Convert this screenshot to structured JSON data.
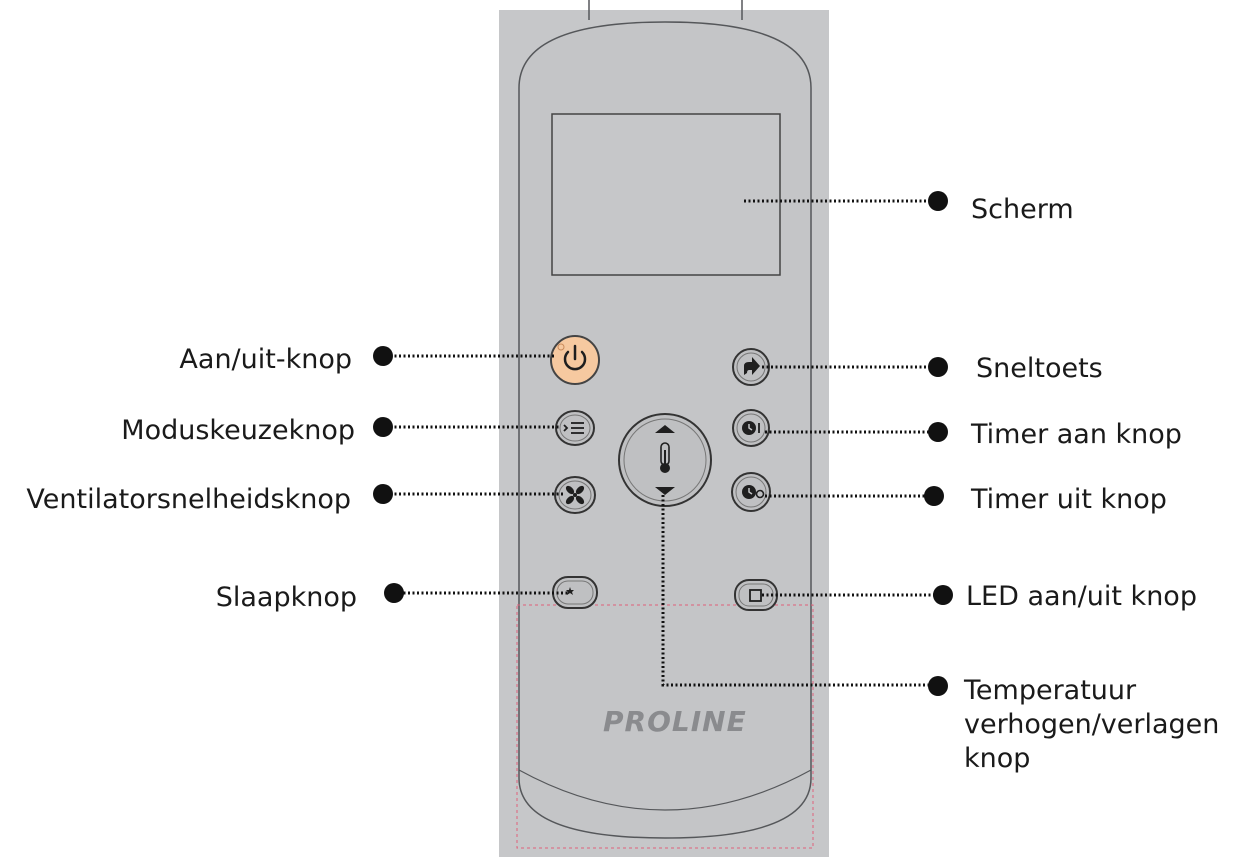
{
  "brand": "PROLINE",
  "colors": {
    "panel": "#c6c7c9",
    "body": "#c4c5c7",
    "outline": "#55575a",
    "power": "#f6c9a0",
    "button": "#bfc0c2",
    "icon": "#1f1f1f",
    "dots": "#111111",
    "battery_dash": "#e0607a"
  },
  "labels": {
    "screen": "Scherm",
    "power": "Aan/uit-knop",
    "shortcut": "Sneltoets",
    "mode": "Moduskeuzeknop",
    "timer_on": "Timer aan knop",
    "fan": "Ventilatorsnelheidsknop",
    "timer_off": "Timer uit knop",
    "sleep": "Slaapknop",
    "led": "LED aan/uit knop",
    "temp_line1": "Temperatuur",
    "temp_line2": "verhogen/verlagen",
    "temp_line3": "knop"
  },
  "icons": {
    "power": "power-icon",
    "shortcut": "shortcut-arrow-icon",
    "mode": "mode-list-icon",
    "timer_on": "timer-on-icon",
    "fan": "fan-icon",
    "timer_off": "timer-off-icon",
    "sleep": "moon-star-icon",
    "led": "square-led-icon",
    "temperature": "thermometer-icon"
  }
}
